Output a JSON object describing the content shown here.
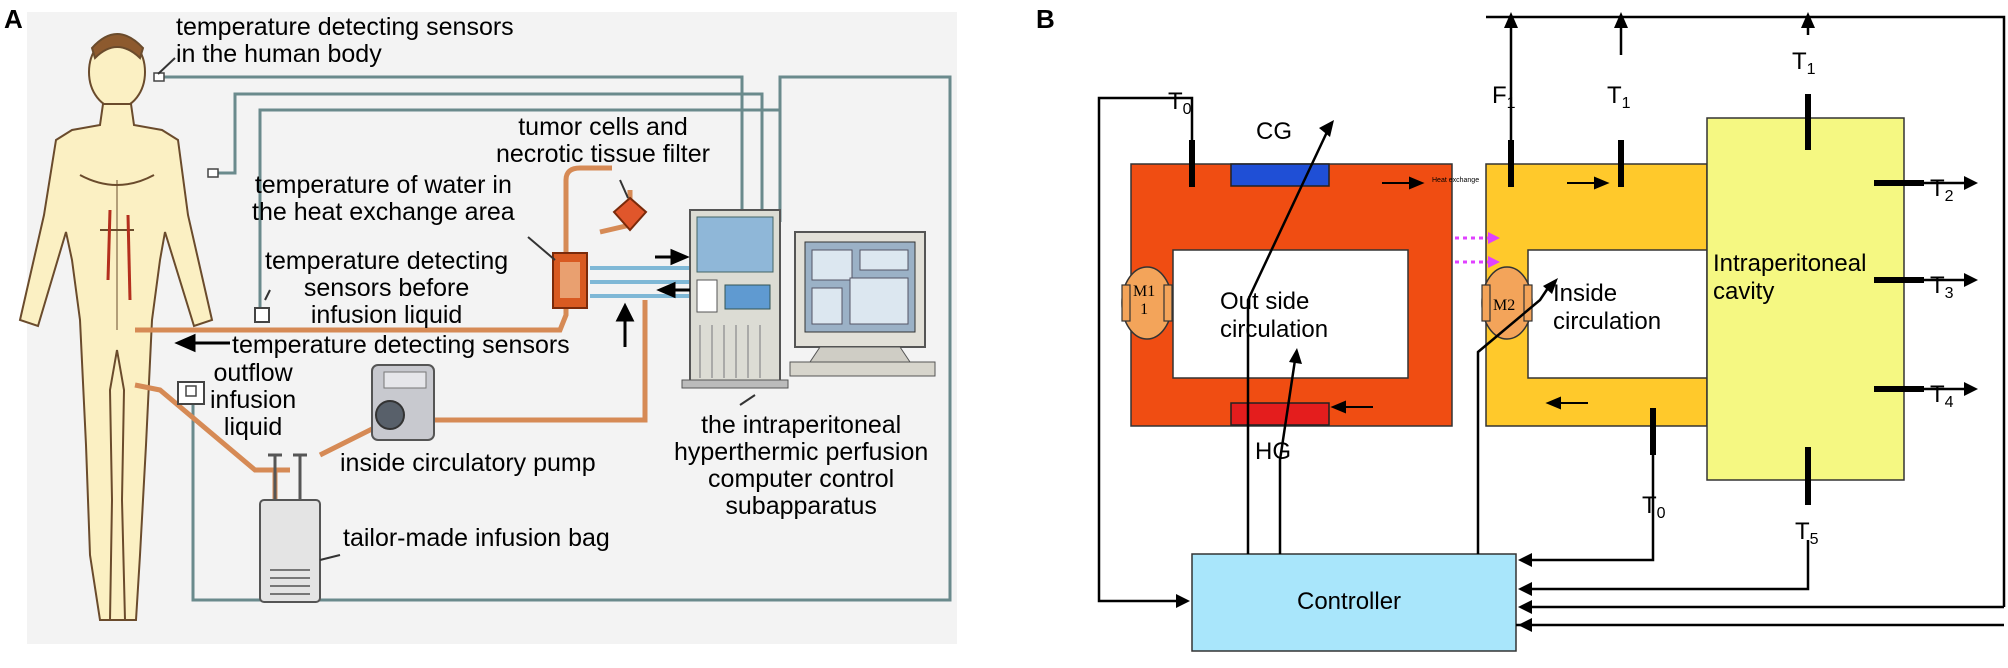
{
  "panels": {
    "a": {
      "letter": "A",
      "labels": {
        "sensors_body": "temperature detecting sensors\nin the human body",
        "tumor_filter": "tumor cells and\nnecrotic tissue filter",
        "water_temp": "temperature of water in\nthe heat exchange area",
        "sensors_before": "temperature detecting\nsensors before\ninfusion liquid",
        "sensors": "temperature detecting sensors",
        "outflow": "outflow\ninfusion\nliquid",
        "pump": "inside circulatory pump",
        "computer": "the intraperitoneal\nhyperthermic perfusion\ncomputer control\nsubapparatus",
        "bag": "tailor-made infusion bag"
      }
    },
    "b": {
      "letter": "B",
      "labels": {
        "cg": "CG",
        "hg": "HG",
        "m1": "M1\n1",
        "m2": "M2",
        "outside": "Out side\ncirculation",
        "inside": "Inside\ncirculation",
        "cavity": "Intraperitoneal\ncavity",
        "controller": "Controller",
        "heat_exchange_tiny": "Heat exchange"
      },
      "nodes": {
        "t0_top": {
          "base": "T",
          "sub": "0"
        },
        "f1": {
          "base": "F",
          "sub": "1"
        },
        "t1_mid": {
          "base": "T",
          "sub": "1"
        },
        "t1_top": {
          "base": "T",
          "sub": "1"
        },
        "t2": {
          "base": "T",
          "sub": "2"
        },
        "t3": {
          "base": "T",
          "sub": "3"
        },
        "t4": {
          "base": "T",
          "sub": "4"
        },
        "t0_bot": {
          "base": "T",
          "sub": "0"
        },
        "t5": {
          "base": "T",
          "sub": "5"
        }
      },
      "colors": {
        "outside_loop": "#f04d12",
        "inside_loop": "#ffc92b",
        "cavity": "#f5f882",
        "controller": "#a9e6fb",
        "cg": "#1f4fd6",
        "hg": "#e41d1d",
        "motor": "#f3a45a",
        "arrow_magenta": "#e040ff"
      }
    }
  }
}
